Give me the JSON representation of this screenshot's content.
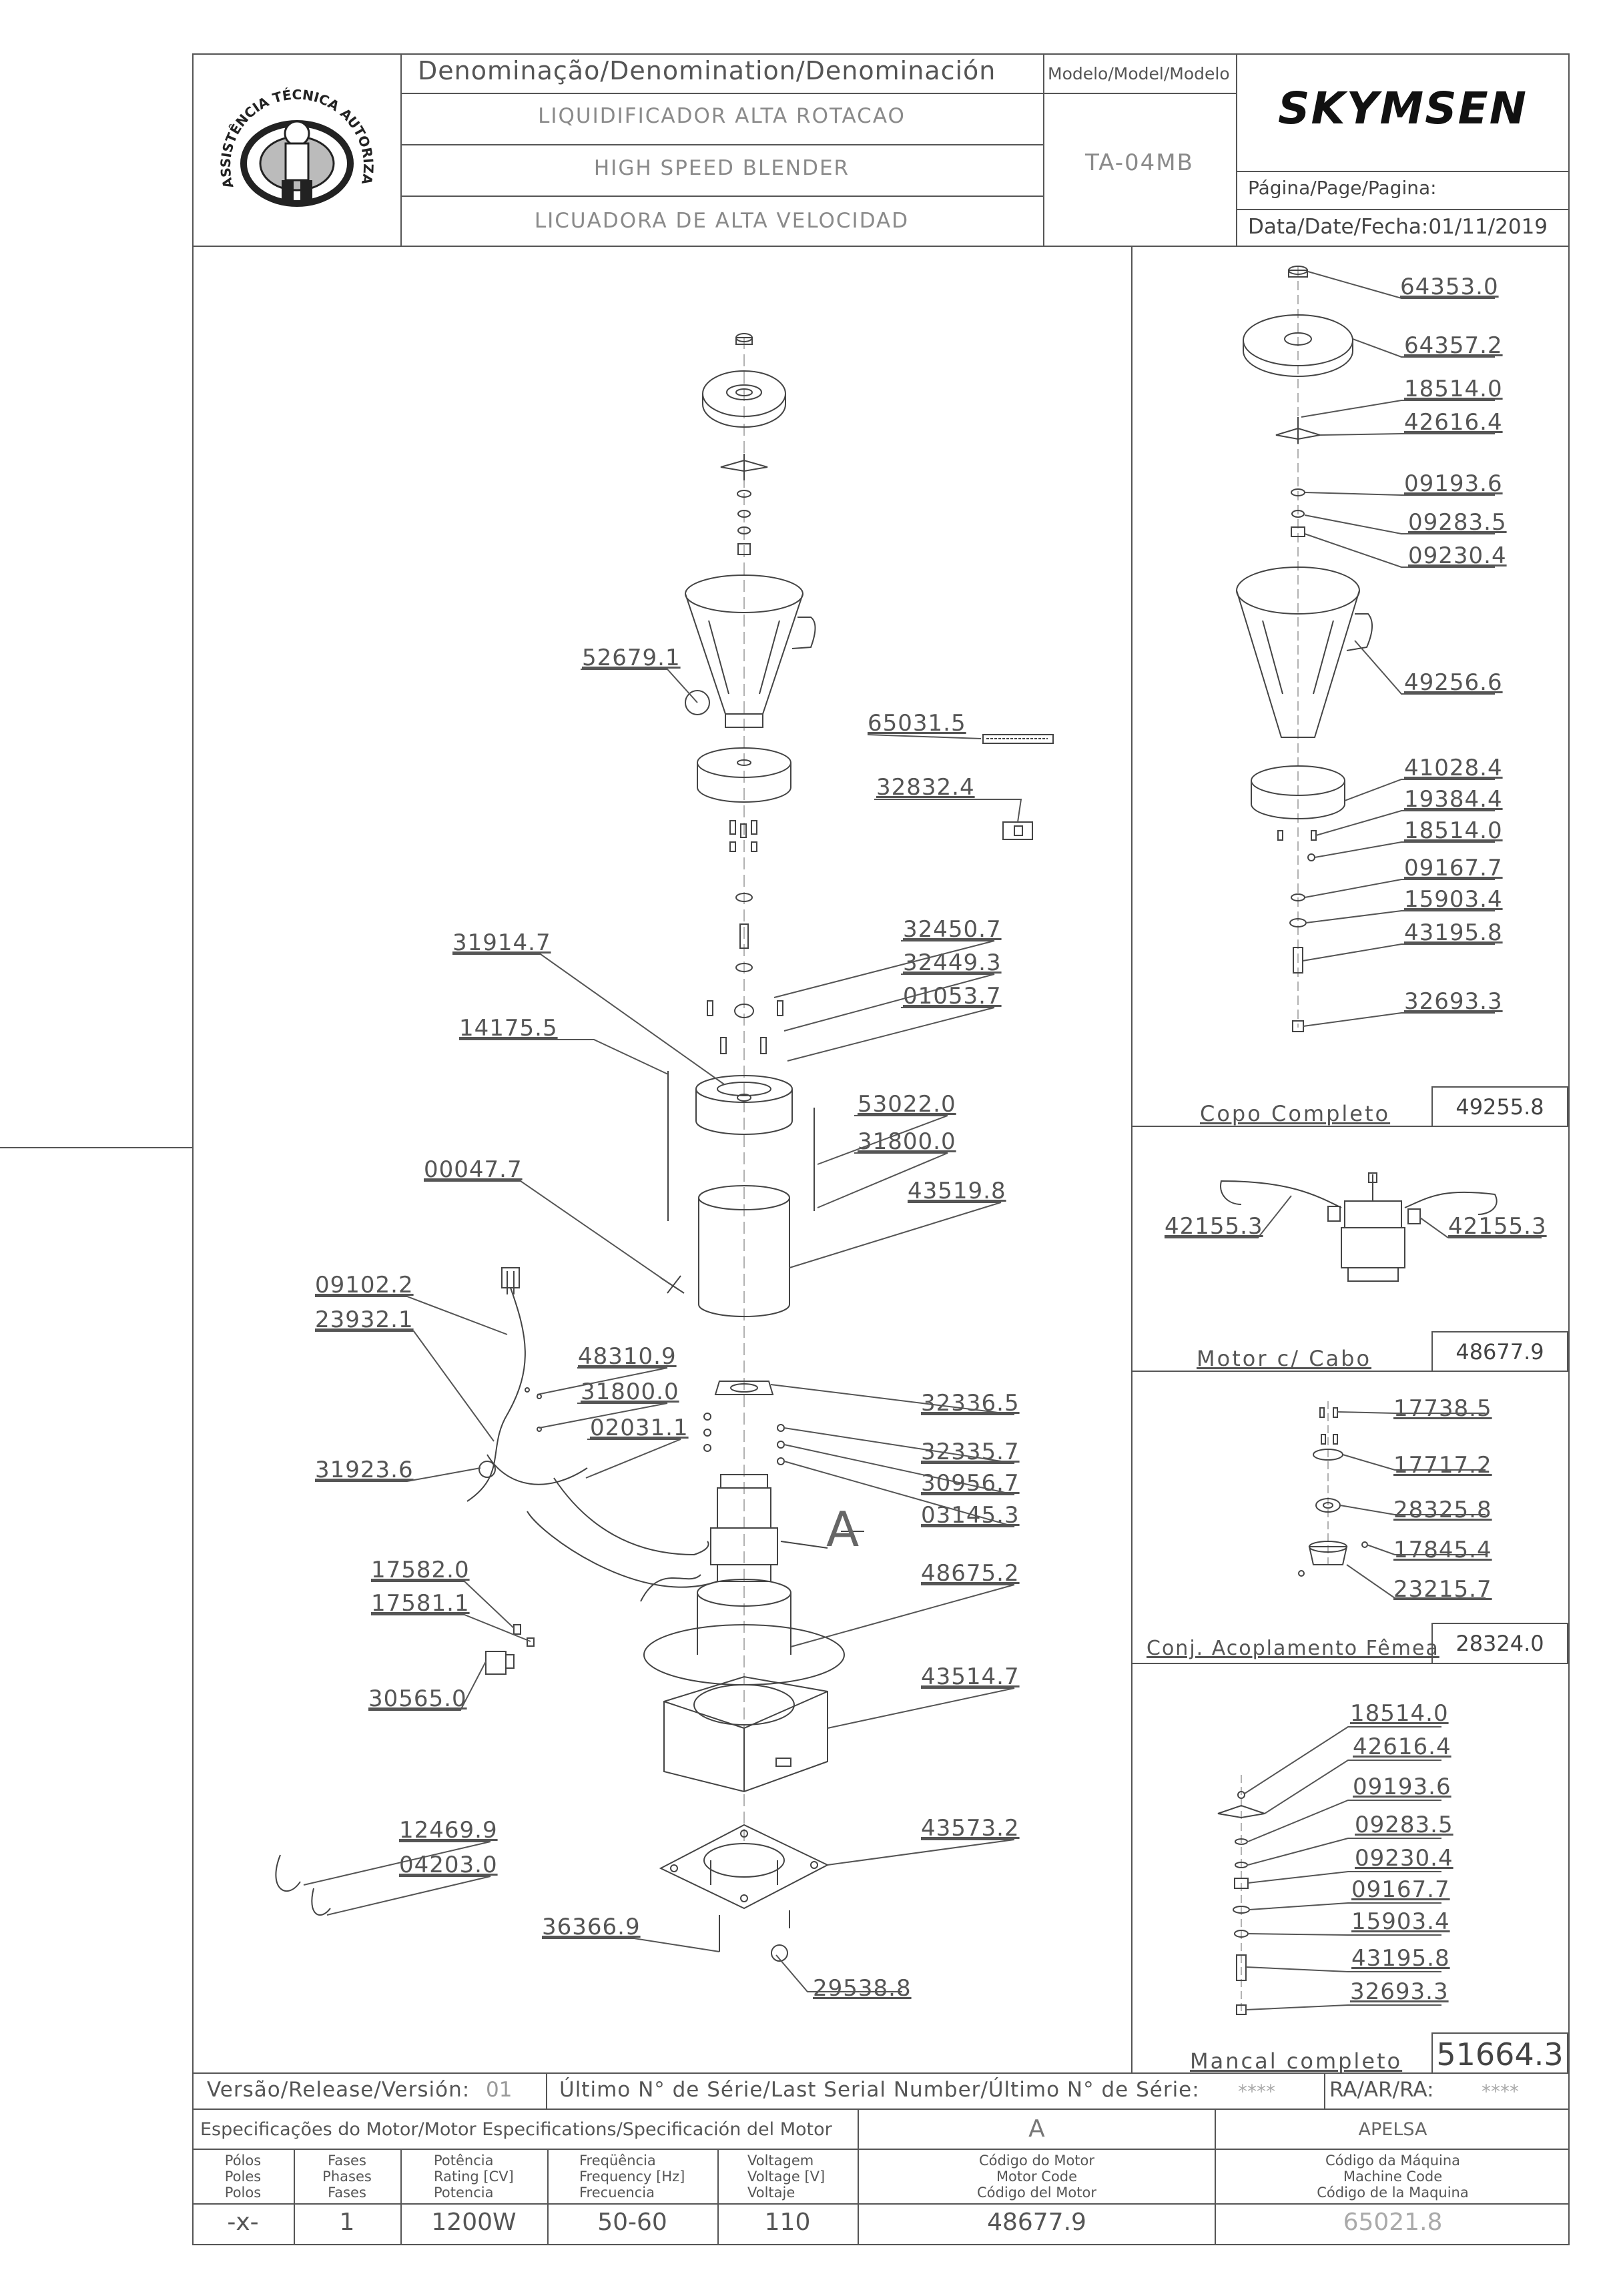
{
  "header": {
    "logo_text": "ASSISTÊNCIA TÉCNICA AUTORIZADA",
    "denomination_label": "Denominação/Denomination/Denominación",
    "model_label": "Modelo/Model/Modelo",
    "name_pt": "LIQUIDIFICADOR ALTA ROTACAO",
    "name_en": "HIGH SPEED BLENDER",
    "name_es": "LICUADORA DE ALTA VELOCIDAD",
    "model_value": "TA-04MB",
    "brand": "SKYMSEN",
    "page_label": "Página/Page/Pagina:",
    "date_label": "Data/Date/Fecha:",
    "date_value": "01/11/2019"
  },
  "main_labels": {
    "p52679_1": "52679.1",
    "p65031_5": "65031.5",
    "p32832_4": "32832.4",
    "p31914_7": "31914.7",
    "p14175_5": "14175.5",
    "p32450_7": "32450.7",
    "p32449_3": "32449.3",
    "p01053_7": "01053.7",
    "p53022_0": "53022.0",
    "p31800_0a": "31800.0",
    "p00047_7": "00047.7",
    "p43519_8": "43519.8",
    "p09102_2": "09102.2",
    "p23932_1": "23932.1",
    "p48310_9": "48310.9",
    "p31800_0b": "31800.0",
    "p02031_1": "02031.1",
    "p31923_6": "31923.6",
    "p32336_5": "32336.5",
    "p32335_7": "32335.7",
    "p30956_7": "30956.7",
    "p03145_3": "03145.3",
    "marker_a": "A",
    "p17582_0": "17582.0",
    "p17581_1": "17581.1",
    "p48675_2": "48675.2",
    "p30565_0": "30565.0",
    "p43514_7": "43514.7",
    "p12469_9": "12469.9",
    "p04203_0": "04203.0",
    "p43573_2": "43573.2",
    "p36366_9": "36366.9",
    "p29538_8": "29538.8"
  },
  "copo": {
    "labels": [
      "64353.0",
      "64357.2",
      "18514.0",
      "42616.4",
      "09193.6",
      "09283.5",
      "09230.4",
      "49256.6",
      "41028.4",
      "19384.4",
      "18514.0",
      "09167.7",
      "15903.4",
      "43195.8",
      "32693.3"
    ],
    "title": "Copo Completo",
    "code": "49255.8"
  },
  "motor": {
    "label_left": "42155.3",
    "label_right": "42155.3",
    "title": "Motor c/ Cabo",
    "code": "48677.9"
  },
  "acoplamento": {
    "labels": [
      "17738.5",
      "17717.2",
      "28325.8",
      "17845.4",
      "23215.7"
    ],
    "title": "Conj. Acoplamento Fêmea",
    "code": "28324.0"
  },
  "mancal": {
    "labels": [
      "18514.0",
      "42616.4",
      "09193.6",
      "09283.5",
      "09230.4",
      "09167.7",
      "15903.4",
      "43195.8",
      "32693.3"
    ],
    "title": "Mancal completo",
    "code": "51664.3"
  },
  "footer": {
    "version_label": "Versão/Release/Versión:",
    "version_value": "01",
    "serial_label": "Último N° de Série/Last Serial Number/Último N° de Série:",
    "serial_value": "****",
    "ra_label": "RA/AR/RA:",
    "ra_value": "****",
    "motor_spec_label": "Especificações do Motor/Motor Especifications/Specificación del Motor",
    "motor_spec_a": "A",
    "motor_spec_apelsa": "APELSA",
    "col_poles": [
      "Pólos",
      "Poles",
      "Polos"
    ],
    "col_phases": [
      "Fases",
      "Phases",
      "Fases"
    ],
    "col_power": [
      "Potência",
      "Rating [CV]",
      "Potencia"
    ],
    "col_freq": [
      "Freqüência",
      "Frequency [Hz]",
      "Frecuencia"
    ],
    "col_volt": [
      "Voltagem",
      "Voltage [V]",
      "Voltaje"
    ],
    "col_motor_code": [
      "Código do Motor",
      "Motor Code",
      "Código del Motor"
    ],
    "col_machine_code": [
      "Código da Máquina",
      "Machine Code",
      "Código de la Maquina"
    ],
    "val_poles": "-x-",
    "val_phases": "1",
    "val_power": "1200W",
    "val_freq": "50-60",
    "val_volt": "110",
    "val_motor_code": "48677.9",
    "val_machine_code": "65021.8"
  }
}
